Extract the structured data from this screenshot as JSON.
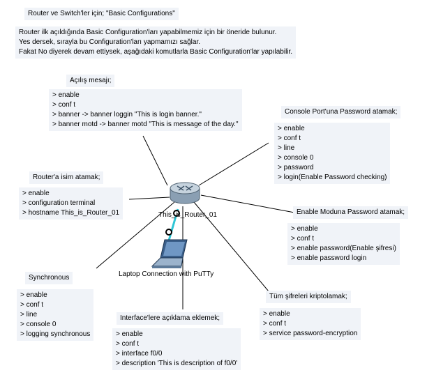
{
  "title": "Router ve Switch'ler için; \"Basic Configurations\"",
  "intro": [
    "Router ilk açıldığında Basic Configuration'ları yapabilmemiz için bir öneride bulunur.",
    "Yes dersek, sırayla bu Configuration'ları yapmamızı sağlar.",
    "Fakat No diyerek devam ettiysek, aşağıdaki komutlarla Basic Configuration'lar yapılabilir."
  ],
  "devices": {
    "router_label": "This_is_Router_01",
    "laptop_label": "Laptop Connection with PuTTy"
  },
  "notes": {
    "banner": {
      "title": "Açılış mesajı;",
      "lines": [
        "> enable",
        "> conf t",
        "> banner -> banner loggin \"This is login banner.\"",
        "> banner motd -> banner motd \"This is message of the day.\""
      ]
    },
    "console_password": {
      "title": "Console Port'una Password atamak;",
      "lines": [
        "> enable",
        "> conf t",
        "> line",
        "> console 0",
        "> password",
        "> login(Enable Password checking)"
      ]
    },
    "hostname": {
      "title": "Router'a isim atamak;",
      "lines": [
        "> enable",
        "> configuration terminal",
        "> hostname This_is_Router_01"
      ]
    },
    "enable_password": {
      "title": "Enable Moduna Password atamak;",
      "lines": [
        "> enable",
        "> conf t",
        "> enable password(Enable şifresi)",
        "> enable password login"
      ]
    },
    "synchronous": {
      "title": "Synchronous",
      "lines": [
        "> enable",
        "> conf t",
        "> line",
        "> console 0",
        "> logging synchronous"
      ]
    },
    "encryption": {
      "title": "Tüm şifreleri kriptolamak;",
      "lines": [
        "> enable",
        "> conf t",
        "> service password-encryption"
      ]
    },
    "interface_desc": {
      "title": "Interface'lere açıklama eklemek;",
      "lines": [
        "> enable",
        "> conf t",
        "> interface f0/0",
        "> description 'This is description of f0/0'"
      ]
    }
  }
}
